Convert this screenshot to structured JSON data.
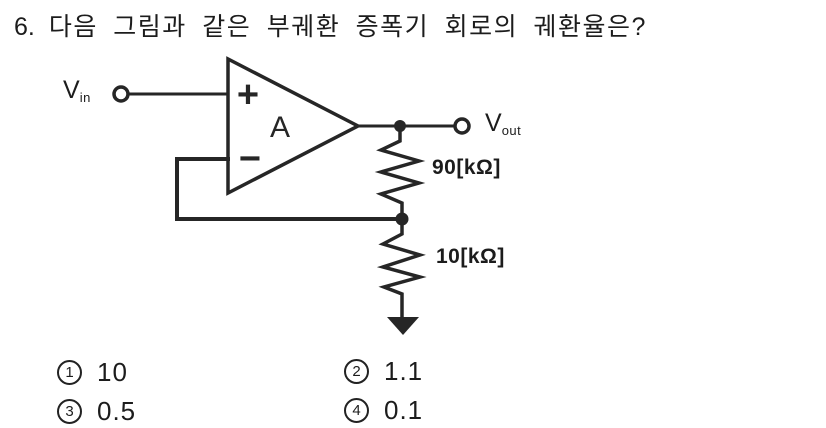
{
  "question": {
    "number": "6.",
    "text": "다음 그림과 같은 부궤환 증폭기 회로의 궤환율은?"
  },
  "circuit": {
    "input": {
      "symbol": "V",
      "subscript": "in"
    },
    "output": {
      "symbol": "V",
      "subscript": "out"
    },
    "opamp": {
      "gain_label": "A",
      "noninverting_input": "+",
      "inverting_input": "−"
    },
    "resistors": {
      "feedback_value": "90[kΩ]",
      "ground_value": "10[kΩ]"
    },
    "ink_color": "#262626"
  },
  "choices": [
    {
      "marker": "1",
      "label": "10"
    },
    {
      "marker": "2",
      "label": "1.1"
    },
    {
      "marker": "3",
      "label": "0.5"
    },
    {
      "marker": "4",
      "label": "0.1"
    }
  ]
}
